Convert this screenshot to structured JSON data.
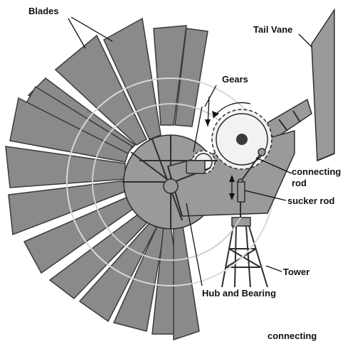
{
  "labels": {
    "blades": "Blades",
    "tail_vane": "Tail Vane",
    "gears": "Gears",
    "connecting_rod_line1": "connecting",
    "connecting_rod_line2": "rod",
    "sucker_rod": "sucker rod",
    "tower": "Tower",
    "hub_and_bearing": "Hub and Bearing",
    "connecting_footer": "connecting"
  },
  "colors": {
    "blade_fill": "#8a8a8a",
    "body_fill": "#9a9a9a",
    "gear_fill": "#f2f2f2",
    "outline": "#2e2e2e",
    "label_text": "#111111"
  }
}
